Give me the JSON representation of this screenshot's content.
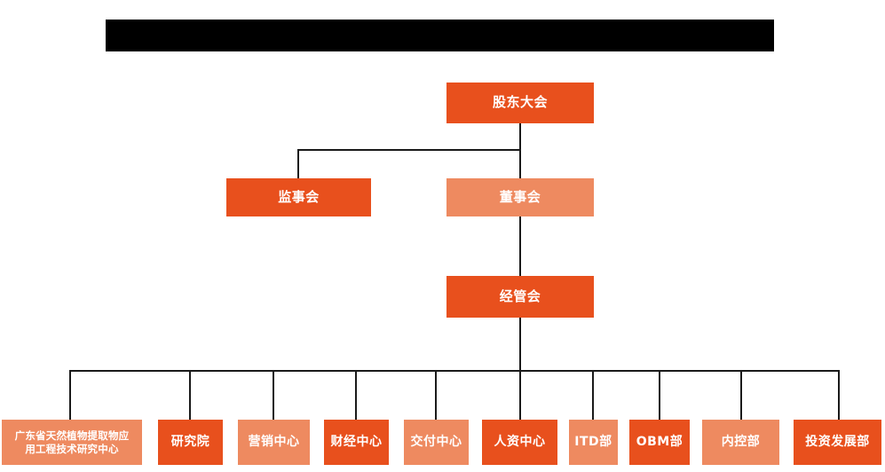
{
  "chart_data": {
    "type": "diagram",
    "title": "",
    "diagram_kind": "organization-chart",
    "orientation": "top-down",
    "levels": 4,
    "colors": {
      "background": "#ffffff",
      "node_dark": "#E8501D",
      "node_light": "#EE8A60",
      "connector": "#1a1a1a",
      "node_text": "#ffffff",
      "redaction": "#000000"
    },
    "nodes": [
      {
        "id": "n1",
        "label": "股东大会",
        "level": 1,
        "fill": "dark"
      },
      {
        "id": "n2",
        "label": "监事会",
        "level": 2,
        "fill": "dark",
        "parent": "n1"
      },
      {
        "id": "n3",
        "label": "董事会",
        "level": 2,
        "fill": "light",
        "parent": "n1"
      },
      {
        "id": "n4",
        "label": "经管会",
        "level": 3,
        "fill": "dark",
        "parent": "n3"
      },
      {
        "id": "n5",
        "label": "广东省天然植物提取物应用工程技术研究中心",
        "level": 4,
        "fill": "light",
        "parent": "n4"
      },
      {
        "id": "n6",
        "label": "研究院",
        "level": 4,
        "fill": "dark",
        "parent": "n4"
      },
      {
        "id": "n7",
        "label": "营销中心",
        "level": 4,
        "fill": "light",
        "parent": "n4"
      },
      {
        "id": "n8",
        "label": "财经中心",
        "level": 4,
        "fill": "dark",
        "parent": "n4"
      },
      {
        "id": "n9",
        "label": "交付中心",
        "level": 4,
        "fill": "light",
        "parent": "n4"
      },
      {
        "id": "n10",
        "label": "人资中心",
        "level": 4,
        "fill": "dark",
        "parent": "n4"
      },
      {
        "id": "n11",
        "label": "ITD部",
        "level": 4,
        "fill": "light",
        "parent": "n4"
      },
      {
        "id": "n12",
        "label": "OBM部",
        "level": 4,
        "fill": "dark",
        "parent": "n4"
      },
      {
        "id": "n13",
        "label": "内控部",
        "level": 4,
        "fill": "light",
        "parent": "n4"
      },
      {
        "id": "n14",
        "label": "投资发展部",
        "level": 4,
        "fill": "dark",
        "parent": "n4"
      }
    ]
  },
  "header": {
    "redaction_label": ""
  },
  "nodes": {
    "shareholders_meeting": "股东大会",
    "board_of_supervisors": "监事会",
    "board_of_directors": "董事会",
    "management_committee": "经管会",
    "research_center_line1": "广东省天然植物提取物应",
    "research_center_line2": "用工程技术研究中心",
    "research_institute": "研究院",
    "marketing_center": "营销中心",
    "finance_center": "财经中心",
    "delivery_center": "交付中心",
    "hr_center": "人资中心",
    "itd_department": "ITD部",
    "obm_department": "OBM部",
    "internal_control_department": "内控部",
    "investment_development_department": "投资发展部"
  }
}
